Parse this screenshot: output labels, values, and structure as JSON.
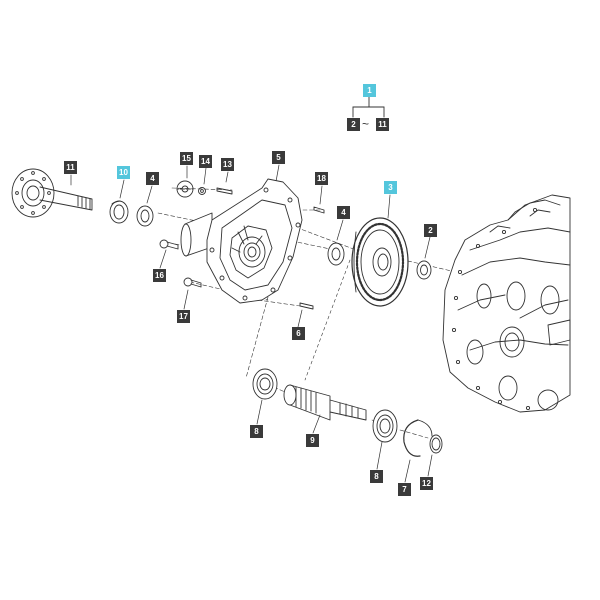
{
  "colors": {
    "callout_bg": "#3a3a3a",
    "callout_highlight": "#54c6dc",
    "callout_text": "#ffffff",
    "line": "#333333"
  },
  "legend": {
    "group_ref": "1",
    "range_from": "2",
    "range_sep": "~",
    "range_to": "11"
  },
  "callouts": [
    {
      "id": "11",
      "name": "part-11-driveshaft",
      "highlight": false
    },
    {
      "id": "10",
      "name": "part-10-seal",
      "highlight": true
    },
    {
      "id": "4",
      "name": "part-4-bearing-left",
      "highlight": false
    },
    {
      "id": "15",
      "name": "part-15-washer",
      "highlight": false
    },
    {
      "id": "14",
      "name": "part-14-nut",
      "highlight": false
    },
    {
      "id": "13",
      "name": "part-13-pin",
      "highlight": false
    },
    {
      "id": "5",
      "name": "part-5-housing",
      "highlight": false
    },
    {
      "id": "18",
      "name": "part-18-dowel",
      "highlight": false
    },
    {
      "id": "4",
      "name": "part-4-bearing-right",
      "highlight": false
    },
    {
      "id": "3",
      "name": "part-3-gear",
      "highlight": true
    },
    {
      "id": "2",
      "name": "part-2-bushing",
      "highlight": false
    },
    {
      "id": "16",
      "name": "part-16-bolt",
      "highlight": false
    },
    {
      "id": "17",
      "name": "part-17-bolt",
      "highlight": false
    },
    {
      "id": "6",
      "name": "part-6-dowel",
      "highlight": false
    },
    {
      "id": "8",
      "name": "part-8-bearing-left",
      "highlight": false
    },
    {
      "id": "9",
      "name": "part-9-shaft",
      "highlight": false
    },
    {
      "id": "8",
      "name": "part-8-bearing-right",
      "highlight": false
    },
    {
      "id": "7",
      "name": "part-7-snap-ring",
      "highlight": false
    },
    {
      "id": "12",
      "name": "part-12-ring",
      "highlight": false
    }
  ]
}
